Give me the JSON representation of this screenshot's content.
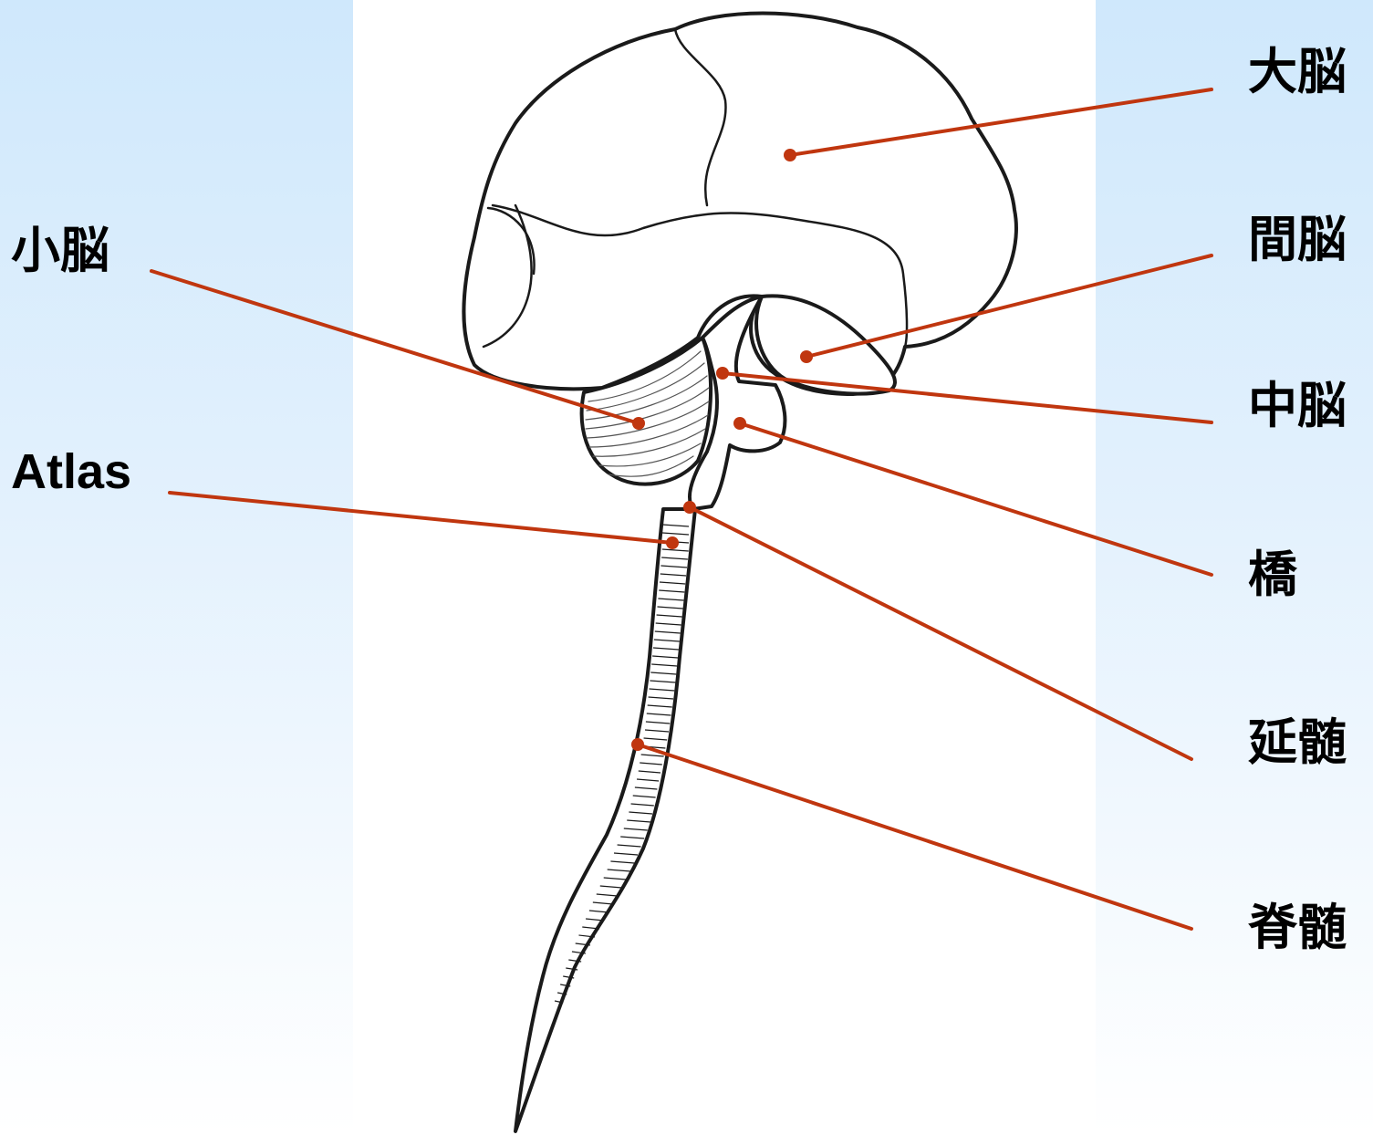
{
  "labels": {
    "cerebrum": "大脳",
    "diencephalon": "間脳",
    "midbrain": "中脳",
    "pons": "橋",
    "medulla": "延髄",
    "spinal_cord": "脊髄",
    "cerebellum": "小脳",
    "atlas": "Atlas"
  },
  "colors": {
    "leader_line": "#c0360f",
    "outline": "#1a1a1a",
    "background_top": "#cfe8fc",
    "panel": "#ffffff"
  }
}
